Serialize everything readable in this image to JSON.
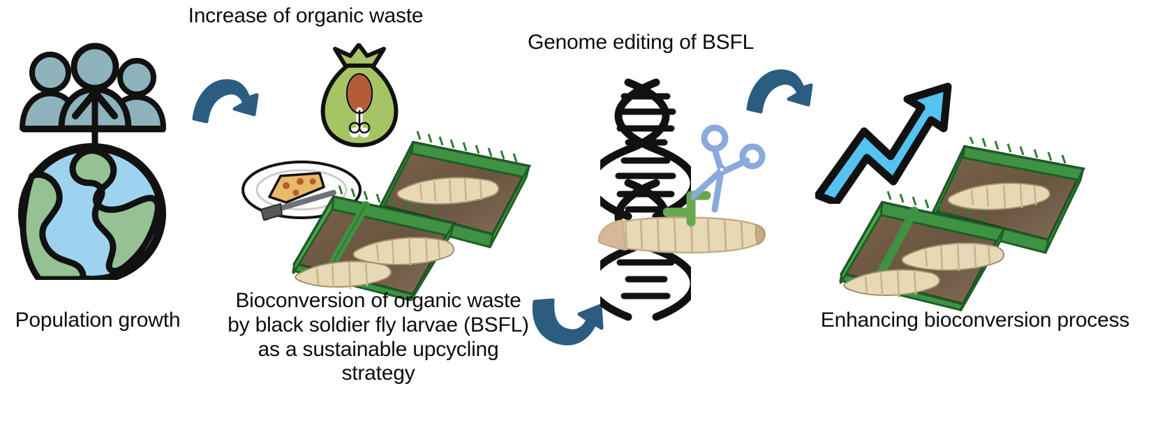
{
  "figure": {
    "kind": "graphical-abstract",
    "background_color": "#ffffff",
    "text_color": "#0d0d0d"
  },
  "titles": {
    "increase_waste": "Increase of organic waste",
    "genome_editing": "Genome editing of BSFL"
  },
  "captions": {
    "population_growth": "Population growth",
    "bioconversion": "Bioconversion of organic waste\nby black soldier fly larvae (BSFL)\nas a sustainable upcycling\nstrategy",
    "enhancing": "Enhancing bioconversion process"
  },
  "palette": {
    "arrow_dark_blue": "#2a5d80",
    "growth_arrow_blue": "#55c2f0",
    "people_blue_gray": "#8fb3bd",
    "globe_water": "#9ed3ef",
    "globe_land": "#95c195",
    "waste_bag_green": "#a6c464",
    "drumstick_brown": "#b55c34",
    "crate_green": "#3f9243",
    "substrate_brown": "#6f5a41",
    "larva_tan": "#e8d9b6",
    "scissors_blue": "#8aaadd",
    "marker_green": "#6aa84f",
    "outline_black": "#111111"
  },
  "icons": {
    "people": "people-group-icon",
    "globe": "globe-icon",
    "up_arrow_small": "up-arrow-icon",
    "waste_bag": "waste-bag-icon",
    "drumstick": "drumstick-icon",
    "plate": "plate-with-pizza-icon",
    "fork": "fork-icon",
    "crate_larvae": "larvae-crate-icon",
    "dna": "dna-helix-icon",
    "scissors": "scissors-icon",
    "guide_marker": "green-guide-marker-icon",
    "larva": "larva-icon",
    "growth_arrow": "growth-arrow-icon",
    "curved_arrow": "curved-arrow-icon"
  },
  "flow": {
    "steps": [
      "Population growth",
      "Increase of organic waste",
      "Bioconversion of organic waste by black soldier fly larvae (BSFL) as a sustainable upcycling strategy",
      "Genome editing of BSFL",
      "Enhancing bioconversion process"
    ]
  }
}
